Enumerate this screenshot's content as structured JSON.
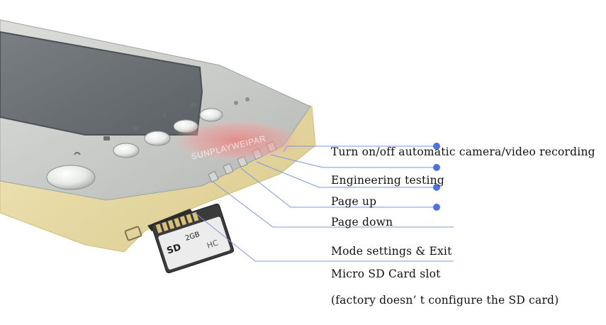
{
  "watermark": {
    "text": "SUNPLAYWEIPAR"
  },
  "colors": {
    "bezel": "#c9cbc8",
    "screen": "#6f7479",
    "housing_gold": "#e8dcaa",
    "leader_line": "#6f8fd8",
    "dot": "#4f72e0",
    "text": "#111111",
    "watermark_glow": "#f08a8a"
  },
  "device": {
    "icons": [
      "unlock-icon",
      "intercom-icon",
      "monitor-icon",
      "mute-icon",
      "camera-icon"
    ],
    "side_buttons": [
      "record-toggle-button",
      "engineering-test-button",
      "page-up-button",
      "page-down-button",
      "mode-exit-button"
    ]
  },
  "labels": {
    "record": "Turn on/off automatic camera/video recording",
    "engineering": "Engineering testing",
    "page_up": "Page up",
    "page_down": "Page down",
    "mode": "Mode settings & Exit",
    "sd_slot": "Micro SD Card slot",
    "sd_note": "(factory doesn’ t configure the SD card)"
  },
  "sd_card": {
    "brand": "SD",
    "capacity": "2GB",
    "logo": "HC"
  }
}
